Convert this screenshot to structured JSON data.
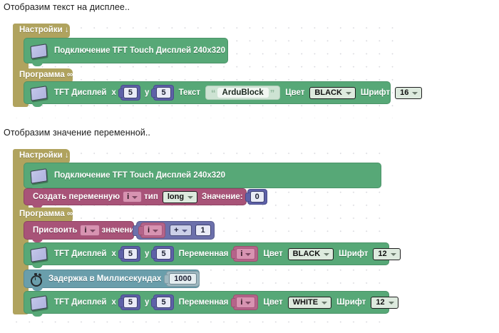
{
  "headings": {
    "first": "Отобразим текст на дисплее..",
    "second": "Отобразим значение переменной.."
  },
  "scopes": {
    "setup_label": "Настройки ↓",
    "loop_label": "Программа ∞"
  },
  "colors": {
    "scope": "#b0a35e",
    "display_block": "#57a877",
    "variable_block": "#a85378",
    "delay_block": "#6a9eab",
    "number_socket": "#5e61a8",
    "arith_block": "#6c70ab",
    "variable_socket": "#b5648a",
    "canvas_dot": "#d9d9de"
  },
  "program_one": {
    "setup": {
      "connect_block": {
        "icon": "tft-display-icon",
        "label": "Подключение TFT Touch Дисплей 240x320"
      }
    },
    "loop": {
      "display_text_block": {
        "icon": "tft-display-icon",
        "label": "TFT Дисплей",
        "x_label": "x",
        "x_value": "5",
        "y_label": "y",
        "y_value": "5",
        "text_label": "Текст",
        "quote_open": "“",
        "quote_close": "”",
        "text_value": "ArduBlock",
        "color_label": "Цвет",
        "color_value": "BLACK",
        "font_label": "Шрифт",
        "font_value": "16"
      }
    }
  },
  "program_two": {
    "setup": {
      "connect_block": {
        "icon": "tft-display-icon",
        "label": "Подключение TFT Touch Дисплей 240x320"
      },
      "create_variable_block": {
        "label": "Создать переменную",
        "variable": "i",
        "type_label": "тип",
        "type_value": "long",
        "value_label": "Значение:",
        "value": "0"
      }
    },
    "loop": {
      "assign_block": {
        "label": "Присвоить",
        "variable": "i",
        "value_label": "значение",
        "expression": {
          "left_variable": "i",
          "operator": "+",
          "right_value": "1"
        }
      },
      "display_var_block_1": {
        "icon": "tft-display-icon",
        "label": "TFT Дисплей",
        "x_label": "x",
        "x_value": "5",
        "y_label": "y",
        "y_value": "5",
        "var_label": "Переменная",
        "variable": "i",
        "color_label": "Цвет",
        "color_value": "BLACK",
        "font_label": "Шрифт",
        "font_value": "12"
      },
      "delay_block": {
        "icon": "stopwatch-icon",
        "label": "Задержка в Миллисекундах",
        "value": "1000"
      },
      "display_var_block_2": {
        "icon": "tft-display-icon",
        "label": "TFT Дисплей",
        "x_label": "x",
        "x_value": "5",
        "y_label": "y",
        "y_value": "5",
        "var_label": "Переменная",
        "variable": "i",
        "color_label": "Цвет",
        "color_value": "WHITE",
        "font_label": "Шрифт",
        "font_value": "12"
      }
    }
  }
}
